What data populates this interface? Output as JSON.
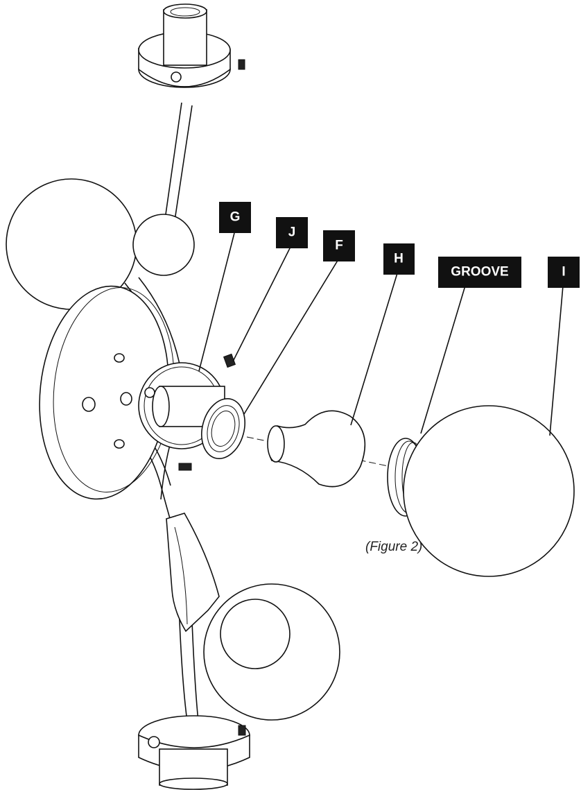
{
  "labels": {
    "g": "G",
    "j": "J",
    "f": "F",
    "h": "H",
    "groove": "GROOVE",
    "i": "I"
  },
  "caption": "(Figure 2)"
}
